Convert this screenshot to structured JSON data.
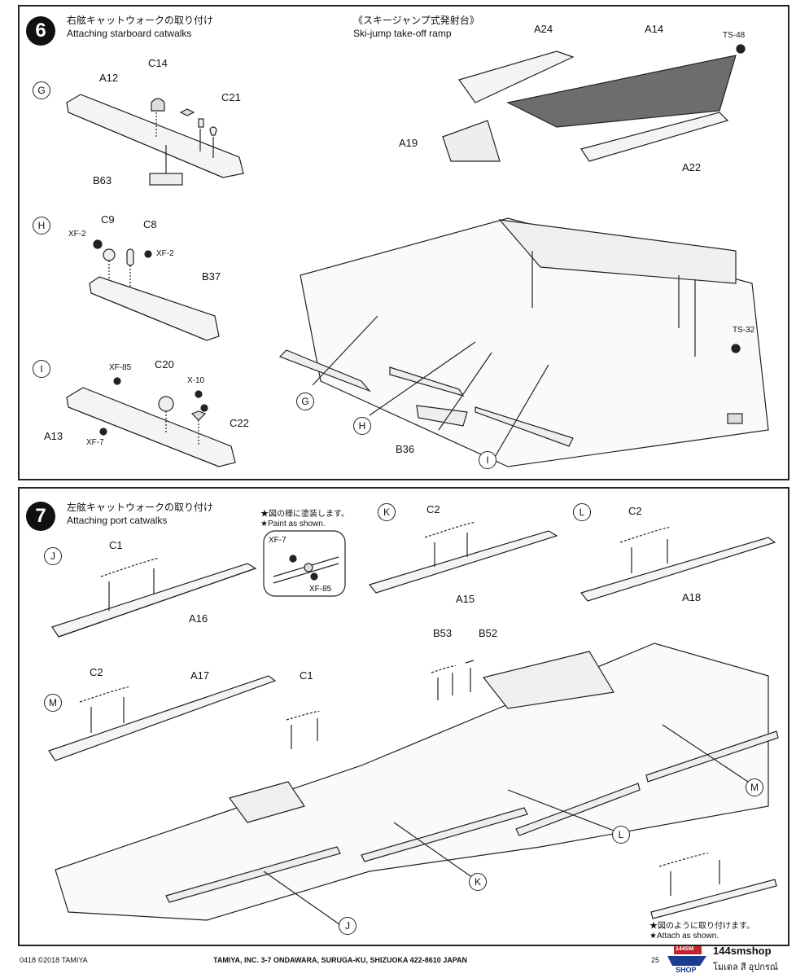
{
  "step6": {
    "number": "6",
    "title_jp": "右舷キャットウォークの取り付け",
    "title_en": "Attaching starboard catwalks",
    "ramp_title_jp": "《スキージャンプ式発射台》",
    "ramp_title_en": "Ski-jump take-off ramp",
    "markers": [
      "G",
      "H",
      "I"
    ],
    "labels": {
      "A12": "A12",
      "C14": "C14",
      "C21": "C21",
      "B63": "B63",
      "C9": "C9",
      "C8": "C8",
      "XF2a": "XF-2",
      "XF2b": "XF-2",
      "B37": "B37",
      "C20": "C20",
      "XF85": "XF-85",
      "X10": "X-10",
      "A13": "A13",
      "XF7": "XF-7",
      "C22": "C22",
      "A24": "A24",
      "A14": "A14",
      "TS48": "TS-48",
      "A19": "A19",
      "A22": "A22",
      "TS32": "TS-32",
      "B36": "B36"
    }
  },
  "step7": {
    "number": "7",
    "title_jp": "左舷キャットウォークの取り付け",
    "title_en": "Attaching port catwalks",
    "paint_note_jp": "★図の様に塗装します。",
    "paint_note_en": "★Paint as shown.",
    "inset_xf7": "XF-7",
    "inset_xf85": "XF-85",
    "markers": [
      "J",
      "K",
      "L",
      "M"
    ],
    "labels": {
      "C1a": "C1",
      "A16": "A16",
      "C2a": "C2",
      "A15": "A15",
      "C2b": "C2",
      "A18": "A18",
      "C2c": "C2",
      "A17": "A17",
      "C1b": "C1",
      "B53": "B53",
      "B52": "B52"
    },
    "attach_note_jp": "★図のように取り付けます。",
    "attach_note_en": "★Attach as shown."
  },
  "footer": {
    "code": "0418 ©2018 TAMIYA",
    "address": "TAMIYA, INC.  3-7 ONDAWARA, SURUGA-KU, SHIZUOKA 422-8610 JAPAN",
    "page": "25",
    "shop_name": "144smshop",
    "shop_tag": "โมเดล สี อุปกรณ์",
    "shop_logo_text": "144SM",
    "shop_logo_sub": "SHOP"
  }
}
